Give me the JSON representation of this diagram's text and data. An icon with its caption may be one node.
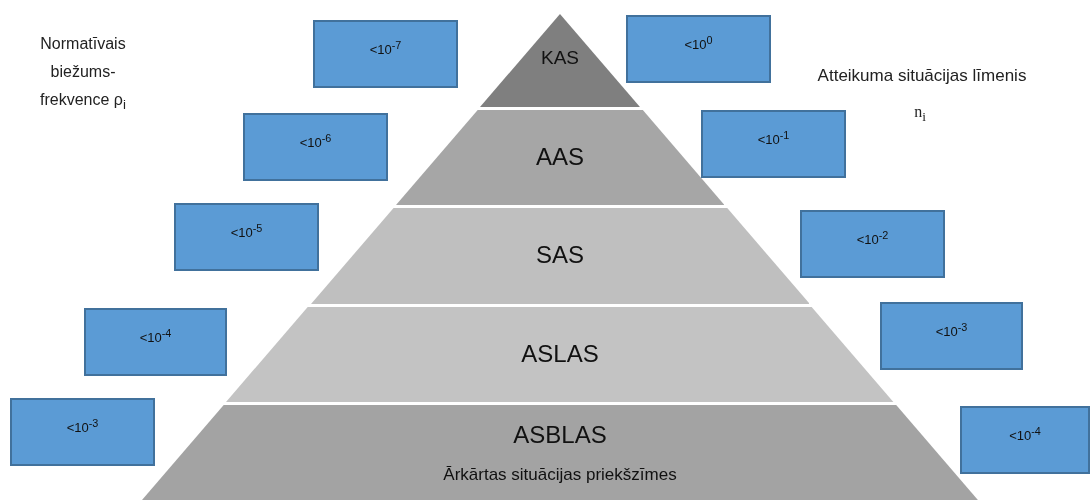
{
  "diagram": {
    "nodes": [
      {
        "text": [
          "KAS"
        ]
      },
      {
        "text": [
          "AAS"
        ]
      },
      {
        "text": [
          "SAS"
        ]
      },
      {
        "text": [
          "ASLAS"
        ]
      },
      {
        "text": [
          "ASBLAS",
          "Ārkārtas situācijas priekšzīmes"
        ]
      },
      {
        "text": [
          "<10$^{-7}$"
        ]
      },
      {
        "text": [
          "<10$^{0}$"
        ]
      },
      {
        "text": [
          "<10$^{-6}$"
        ]
      },
      {
        "text": [
          "<10$^{-1}$"
        ]
      },
      {
        "text": [
          "<10$^{-5}$"
        ]
      },
      {
        "text": [
          "<10$^{-2}$"
        ]
      },
      {
        "text": [
          "<10$^{-4}$"
        ]
      },
      {
        "text": [
          "<10$^{-3}$"
        ]
      },
      {
        "text": [
          "<10$^{-3}$"
        ]
      },
      {
        "text": [
          "<10$^{-4}$"
        ]
      }
    ],
    "labels": [
      "Normatīvais biežums- frekvence ρ$_{i}$",
      "Atteikuma situācijas līmenis",
      "n$_{i}$"
    ]
  }
}
